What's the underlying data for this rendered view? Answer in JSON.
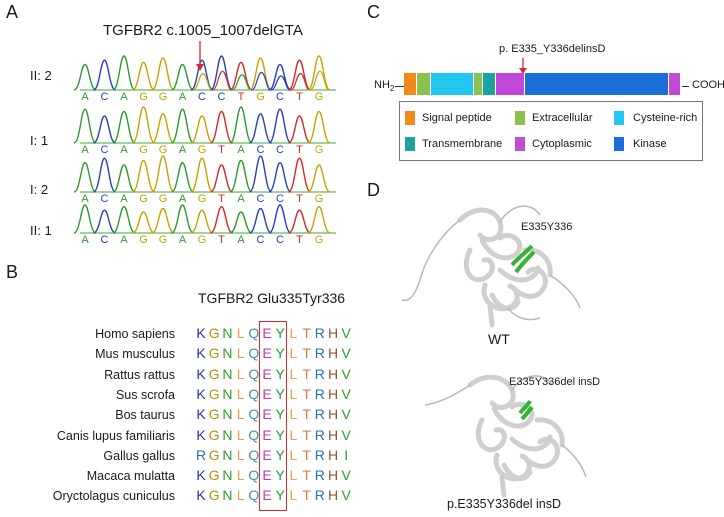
{
  "panels": {
    "a": "A",
    "b": "B",
    "c": "C",
    "d": "D"
  },
  "panel_a": {
    "title": "TGFBR2 c.1005_1007delGTA",
    "rows": [
      {
        "label": "II: 2",
        "seq": [
          "A",
          "C",
          "A",
          "G",
          "G",
          "A",
          "C",
          "C",
          "T",
          "G",
          "C",
          "T",
          "G"
        ],
        "mutant": true
      },
      {
        "label": "I: 1",
        "seq": [
          "A",
          "C",
          "A",
          "G",
          "G",
          "A",
          "G",
          "T",
          "A",
          "C",
          "C",
          "T",
          "G"
        ],
        "mutant": false
      },
      {
        "label": "I: 2",
        "seq": [
          "A",
          "C",
          "A",
          "G",
          "G",
          "A",
          "G",
          "T",
          "A",
          "C",
          "C",
          "T",
          "G"
        ],
        "mutant": false
      },
      {
        "label": "II: 1",
        "seq": [
          "A",
          "C",
          "A",
          "G",
          "G",
          "A",
          "G",
          "T",
          "A",
          "C",
          "C",
          "T",
          "G"
        ],
        "mutant": false
      }
    ],
    "base_colors": {
      "A": "#2e9a2e",
      "C": "#2b3fbf",
      "G": "#c8a200",
      "T": "#d42a2a"
    }
  },
  "panel_b": {
    "title": "TGFBR2 Glu335Tyr336",
    "species": [
      {
        "name": "Homo sapiens",
        "seq": [
          "K",
          "G",
          "N",
          "L",
          "Q",
          "E",
          "Y",
          "L",
          "T",
          "R",
          "H",
          "V"
        ]
      },
      {
        "name": "Mus musculus",
        "seq": [
          "K",
          "G",
          "N",
          "L",
          "Q",
          "E",
          "Y",
          "L",
          "T",
          "R",
          "H",
          "V"
        ]
      },
      {
        "name": "Rattus rattus",
        "seq": [
          "K",
          "G",
          "N",
          "L",
          "Q",
          "E",
          "Y",
          "L",
          "T",
          "R",
          "H",
          "V"
        ]
      },
      {
        "name": "Sus scrofa",
        "seq": [
          "K",
          "G",
          "N",
          "L",
          "Q",
          "E",
          "Y",
          "L",
          "T",
          "R",
          "H",
          "V"
        ]
      },
      {
        "name": "Bos taurus",
        "seq": [
          "K",
          "G",
          "N",
          "L",
          "Q",
          "E",
          "Y",
          "L",
          "T",
          "R",
          "H",
          "V"
        ]
      },
      {
        "name": "Canis lupus familiaris",
        "seq": [
          "K",
          "G",
          "N",
          "L",
          "Q",
          "E",
          "Y",
          "L",
          "T",
          "R",
          "H",
          "V"
        ]
      },
      {
        "name": "Gallus gallus",
        "seq": [
          "R",
          "G",
          "N",
          "L",
          "Q",
          "E",
          "Y",
          "L",
          "T",
          "R",
          "H",
          "I"
        ]
      },
      {
        "name": "Macaca mulatta",
        "seq": [
          "K",
          "G",
          "N",
          "L",
          "Q",
          "E",
          "Y",
          "L",
          "T",
          "R",
          "H",
          "V"
        ]
      },
      {
        "name": "Oryctolagus cuniculus",
        "seq": [
          "K",
          "G",
          "N",
          "L",
          "Q",
          "E",
          "Y",
          "L",
          "T",
          "R",
          "H",
          "V"
        ]
      }
    ],
    "aa_colors": {
      "K": "#2433b0",
      "R": "#2a6fb0",
      "G": "#b8900c",
      "N": "#2e9a2e",
      "L": "#e8a040",
      "Q": "#3d8fb0",
      "E": "#b83fb8",
      "Y": "#2e9a2e",
      "T": "#e07840",
      "H": "#8a5a2e",
      "V": "#2e9a2e",
      "I": "#2e9a2e"
    },
    "highlight_color": "#d42a2a"
  },
  "panel_c": {
    "mutation_label": "p. E335_Y336delinsD",
    "n_term": "NH",
    "n_term_sub": "2",
    "c_term": "COOH",
    "domains": [
      {
        "name": "Signal peptide",
        "color": "#f08a1c"
      },
      {
        "name": "Extracellular",
        "color": "#8cc152"
      },
      {
        "name": "Cysteine-rich",
        "color": "#22c7ef"
      },
      {
        "name": "Transmembrane",
        "color": "#1aa3a0"
      },
      {
        "name": "Cytoplasmic",
        "color": "#c248d8"
      },
      {
        "name": "Kinase",
        "color": "#1a6fd8"
      }
    ],
    "accent_color": "#d42a2a"
  },
  "panel_d": {
    "wt_site_label": "E335Y336",
    "wt_caption": "WT",
    "mut_site_label": "E335Y336del insD",
    "mut_caption": "p.E335Y336del insD",
    "structure_color": "#cfcfcf",
    "site_color": "#2fb52f"
  }
}
